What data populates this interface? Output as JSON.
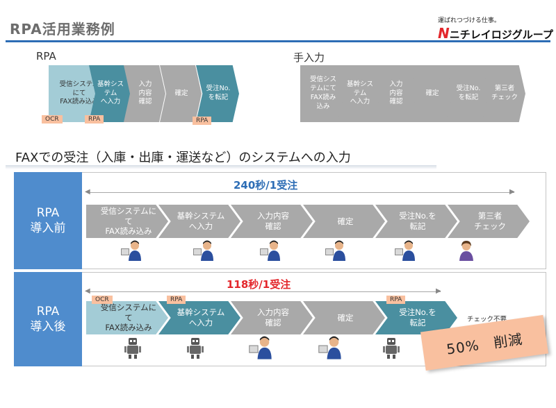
{
  "header": {
    "title": "RPA活用業務例",
    "logo_tagline": "運ばれつづける仕事。",
    "logo_mark": "N",
    "logo_name": "ニチレイロジグループ"
  },
  "rpa_flow": {
    "title": "RPA",
    "steps": [
      "受信システムにて\nFAX読み込み",
      "基幹システム\nへ入力",
      "入力\n内容\n確認",
      "確定",
      "受注No.\nを転記"
    ],
    "tags": [
      "OCR",
      "RPA",
      "RPA"
    ]
  },
  "manual_flow": {
    "title": "手入力",
    "steps": [
      "受信システムにて\nFAX読み込み",
      "基幹システム\nへ入力",
      "入力\n内容\n確認",
      "確定",
      "受注No.\nを転記",
      "第三者\nチェック"
    ]
  },
  "section_heading": "FAXでの受注（入庫・出庫・運送など）のシステムへの入力",
  "before": {
    "label": "RPA\n導入前",
    "time": "240秒/1受注",
    "time_color": "#2d6db5",
    "steps": [
      "受信システムにて\nFAX読み込み",
      "基幹システム\nへ入力",
      "入力内容\n確認",
      "確定",
      "受注No.を\n転記",
      "第三者\nチェック"
    ]
  },
  "after": {
    "label": "RPA\n導入後",
    "time": "118秒/1受注",
    "time_color": "#e3262b",
    "steps": [
      "受信システムにて\nFAX読み込み",
      "基幹システム\nへ入力",
      "入力内容\n確認",
      "確定",
      "受注No.を\n転記"
    ],
    "tags": [
      "OCR",
      "RPA",
      "RPA"
    ],
    "check_unneeded": "チェック不要"
  },
  "reduction": "50%　削減",
  "colors": {
    "accent_blue": "#4f8ccd",
    "rule_blue": "#2d6db5",
    "chevron_gray": "#a9a9a9",
    "chevron_teal": "#4a8fa0",
    "chevron_light_teal": "#a3ccd6",
    "tag_orange": "#f9c09f"
  }
}
